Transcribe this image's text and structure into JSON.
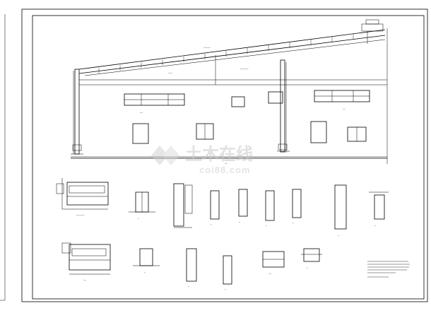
{
  "watermark": {
    "brand": "土木在线",
    "domain": "coi88.com"
  },
  "drawing": {
    "detail_count_visible": 18
  }
}
